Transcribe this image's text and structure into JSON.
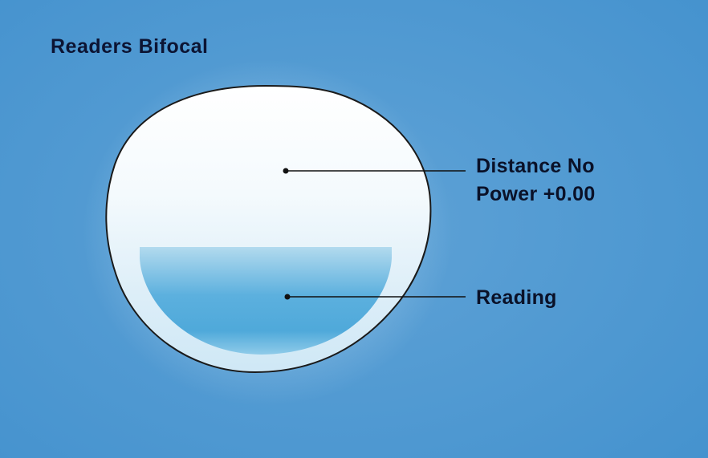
{
  "title": "Readers Bifocal",
  "diagram": {
    "type": "bifocal-lens-diagram",
    "callouts": [
      {
        "id": "distance-zone",
        "label_line1": "Distance No",
        "label_line2": "Power +0.00",
        "full_label": "Distance No Power +0.00",
        "points_to": "upper clear portion of lens"
      },
      {
        "id": "reading-segment",
        "label": "Reading",
        "points_to": "lower blue segment of lens"
      }
    ]
  },
  "labels": {
    "distance_line1": "Distance No",
    "distance_line2": "Power +0.00",
    "reading": "Reading"
  },
  "colors": {
    "background": "#4190cd",
    "halo": "#e1f2fc",
    "lens_outline": "#1a1a1a",
    "lens_top": "#ffffff",
    "lens_bottom": "#cfe8f6",
    "segment_top": "#aed8ee",
    "segment_mid": "#4fa9da",
    "segment_bottom": "#8fcbe9",
    "text": "#0a1128",
    "leader_line": "#111111"
  }
}
